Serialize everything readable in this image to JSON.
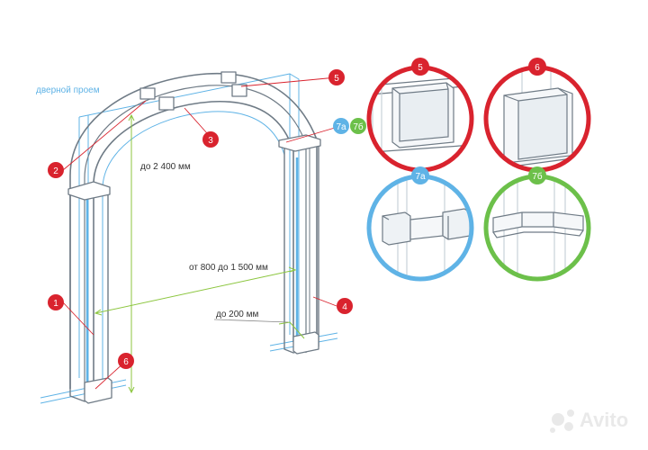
{
  "colors": {
    "red": "#d9232e",
    "blue": "#5fb3e6",
    "green": "#6cc04a",
    "dim_line": "#8cc63f",
    "label_text": "#333333",
    "opening_text": "#5fb3e6",
    "outline": "#6f7b86"
  },
  "labels": {
    "opening": "дверной проем",
    "height": "до 2 400 мм",
    "width": "от 800 до 1 500 мм",
    "depth": "до 200 мм"
  },
  "callouts": [
    {
      "id": "1",
      "text": "1",
      "color": "red"
    },
    {
      "id": "2",
      "text": "2",
      "color": "red"
    },
    {
      "id": "3",
      "text": "3",
      "color": "red"
    },
    {
      "id": "4",
      "text": "4",
      "color": "red"
    },
    {
      "id": "5",
      "text": "5",
      "color": "red"
    },
    {
      "id": "6",
      "text": "6",
      "color": "red"
    },
    {
      "id": "7a",
      "text": "7а",
      "color": "blue"
    },
    {
      "id": "7b",
      "text": "7б",
      "color": "green"
    }
  ],
  "details": [
    {
      "id": "5",
      "text": "5",
      "color": "red"
    },
    {
      "id": "6",
      "text": "6",
      "color": "red"
    },
    {
      "id": "7a",
      "text": "7а",
      "color": "blue"
    },
    {
      "id": "7b",
      "text": "7б",
      "color": "green"
    }
  ],
  "watermark": {
    "text": "Avito"
  }
}
